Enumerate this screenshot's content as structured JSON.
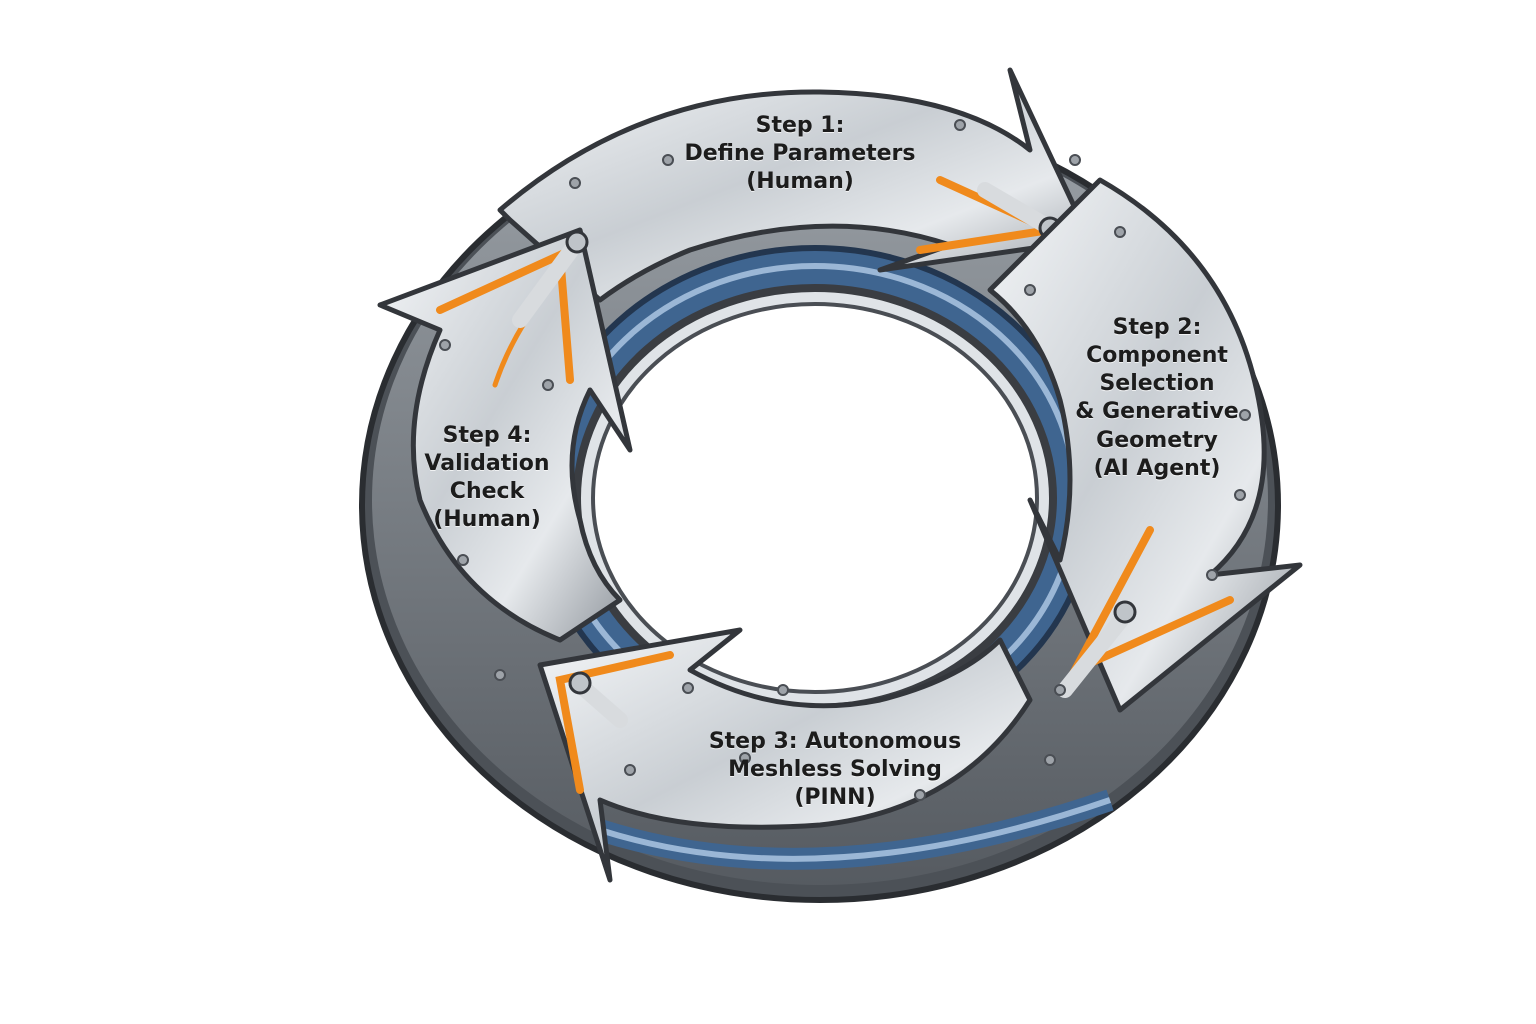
{
  "diagram": {
    "type": "cycle",
    "direction": "clockwise",
    "colors": {
      "steel_light": "#eceff2",
      "steel_mid": "#b9bec4",
      "steel_dark": "#6f757c",
      "inner_ring_blue": "#5b7fa6",
      "accent_orange": "#f08a1c",
      "outline": "#3a3d42"
    },
    "steps": [
      {
        "id": "step1",
        "lines": [
          "Step 1:",
          "Define Parameters",
          "(Human)"
        ]
      },
      {
        "id": "step2",
        "lines": [
          "Step 2:",
          "Component",
          "Selection",
          "& Generative",
          "Geometry",
          "(AI Agent)"
        ]
      },
      {
        "id": "step3",
        "lines": [
          "Step 3: Autonomous",
          "Meshless Solving",
          "(PINN)"
        ]
      },
      {
        "id": "step4",
        "lines": [
          "Step 4:",
          "Validation",
          "Check",
          "(Human)"
        ]
      }
    ]
  }
}
